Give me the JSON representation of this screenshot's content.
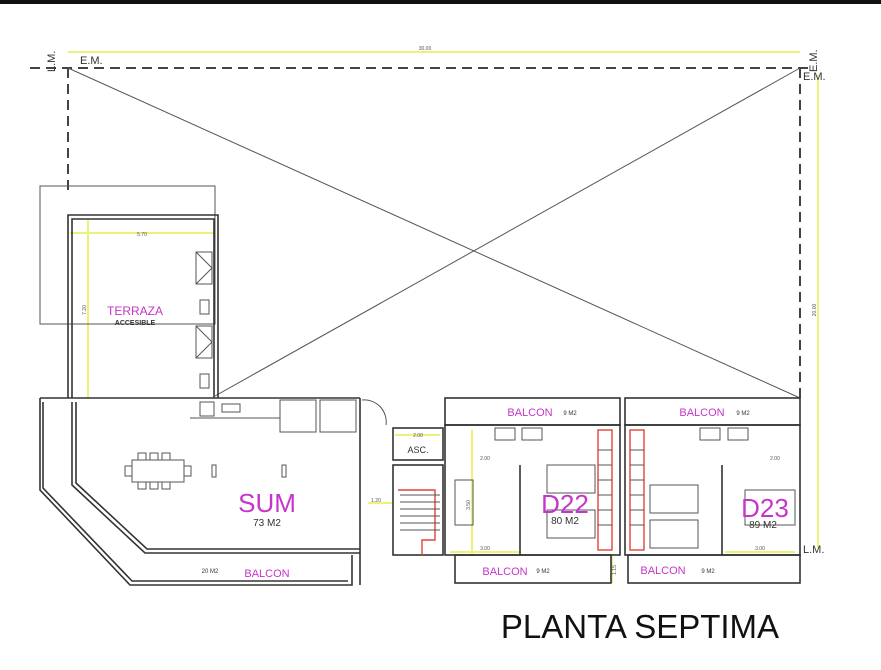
{
  "title": "PLANTA SEPTIMA",
  "markers": {
    "lm": "L.M.",
    "em": "E.M."
  },
  "dimensions": {
    "overall_width": "30.00",
    "overall_depth": "20.00",
    "terrace_width": "5.70",
    "terrace_depth": "7.20",
    "elevator_width": "2.00",
    "hall_width": "1.20",
    "stair_depth": "3.50",
    "bath_width": "2.00",
    "bedroom_width": "3.00",
    "balcony_depth": "1.15"
  },
  "terraza": {
    "name": "TERRAZA",
    "sub": "ACCESIBLE"
  },
  "sum": {
    "name": "SUM",
    "area": "73 M2",
    "balcony_label": "BALCON",
    "balcony_area": "20 M2"
  },
  "asc": "ASC.",
  "units": [
    {
      "name": "D22",
      "area": "80 M2",
      "balcony_top": "BALCON",
      "balcony_top_area": "9 M2",
      "balcony_bottom": "BALCON",
      "balcony_bottom_area": "9 M2"
    },
    {
      "name": "D23",
      "area": "89 M2",
      "balcony_top": "BALCON",
      "balcony_top_area": "9 M2",
      "balcony_bottom": "BALCON",
      "balcony_bottom_area": "9 M2"
    }
  ],
  "colors": {
    "room_label": "#c535c9",
    "dimension": "#eaf27a",
    "stairs": "#e0453a"
  }
}
